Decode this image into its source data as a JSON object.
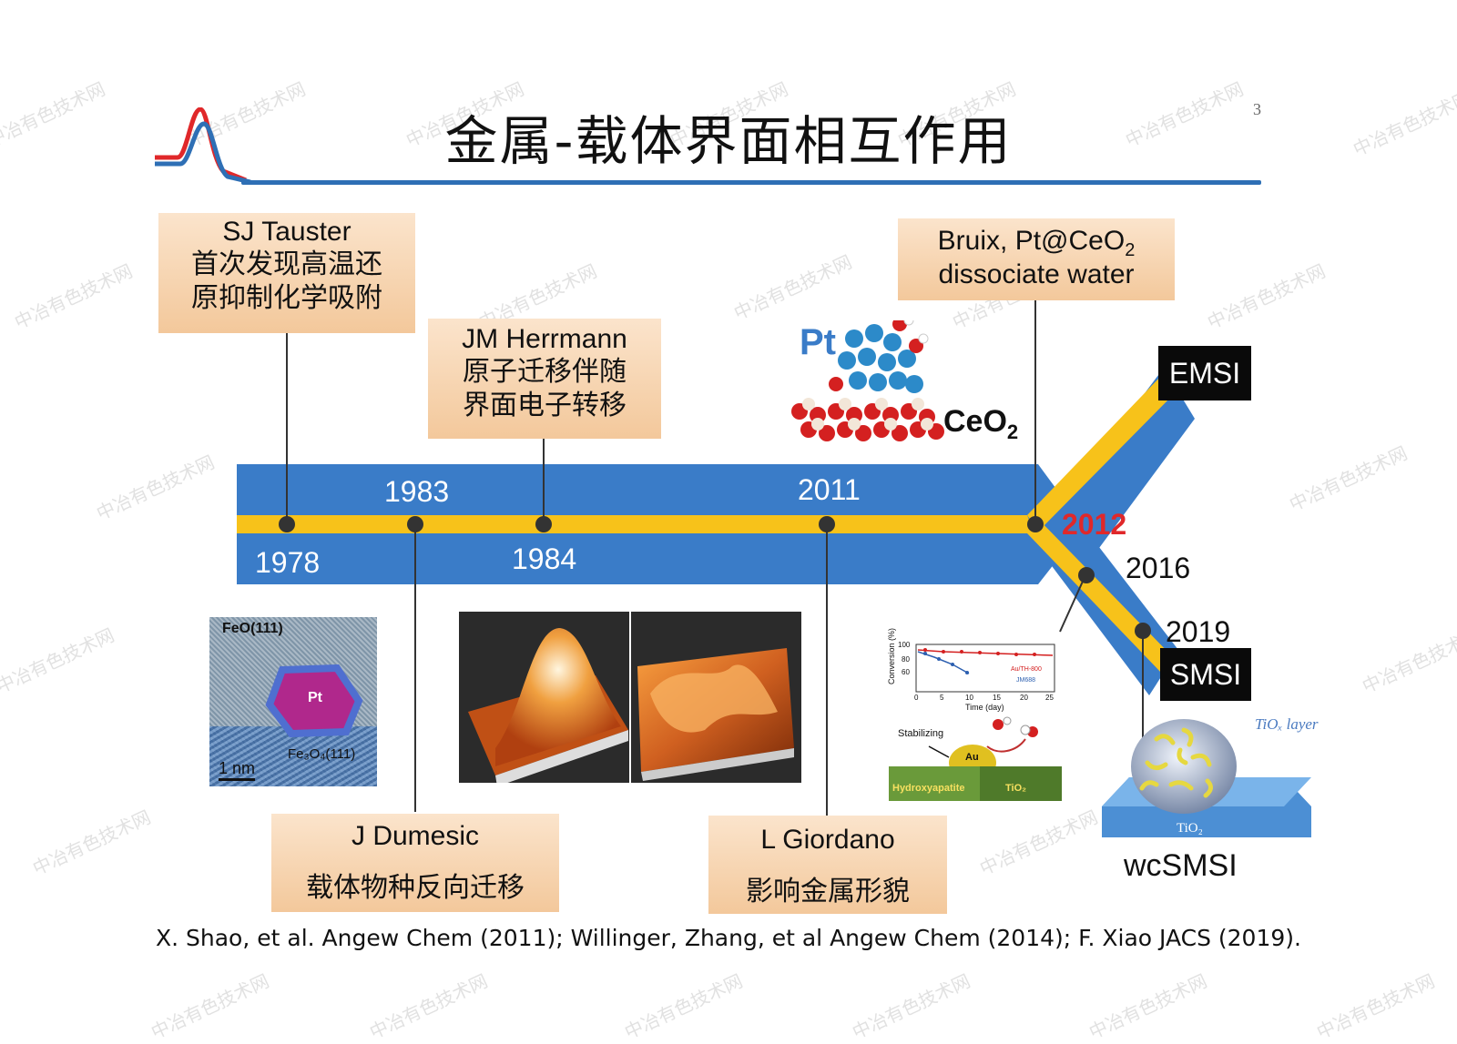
{
  "page": {
    "title": "金属-载体界面相互作用",
    "page_number": "3",
    "footer_citation": "X. Shao, et al. Angew Chem (2011); Willinger, Zhang, et al Angew Chem (2014); F. Xiao JACS (2019).",
    "watermark": "中冶有色技术网"
  },
  "colors": {
    "band_blue": "#3a7cc8",
    "band_yellow": "#f7c21a",
    "highlight_red": "#e0282a",
    "box_gradient": [
      "#fbe4cc",
      "#f3c89b"
    ]
  },
  "timeline": {
    "years": {
      "y1978": "1978",
      "y1983": "1983",
      "y1984": "1984",
      "y2011": "2011",
      "y2012": "2012",
      "y2016": "2016",
      "y2019": "2019"
    },
    "branch_tags": {
      "emsi": "EMSI",
      "smsi": "SMSI",
      "wcsmsi": "wcSMSI"
    }
  },
  "boxes": {
    "tauster": {
      "name": "SJ Tauster",
      "line1": "首次发现高温还",
      "line2": "原抑制化学吸附"
    },
    "herrmann": {
      "name": "JM Herrmann",
      "line1": "原子迁移伴随",
      "line2": "界面电子转移"
    },
    "bruix": {
      "name_prefix": "Bruix, Pt@CeO",
      "name_sub": "2",
      "line1": "dissociate water"
    },
    "dumesic": {
      "name": "J Dumesic",
      "line1": "载体物种反向迁移"
    },
    "giordano": {
      "name": "L Giordano",
      "line1": "影响金属形貌"
    }
  },
  "images": {
    "tem": {
      "label_top": "FeO(111)",
      "label_center": "Pt",
      "label_bottom": "Fe₃O₄(111)",
      "scale": "1 nm"
    },
    "pt_ceo2": {
      "pt_label": "Pt",
      "support_prefix": "CeO",
      "support_sub": "2"
    },
    "au_plot": {
      "y_axis": "Conversion (%)",
      "x_axis": "Time (day)",
      "x_ticks": [
        "0",
        "5",
        "10",
        "15",
        "20",
        "25"
      ],
      "y_ticks": [
        "100",
        "80",
        "60"
      ],
      "legend_a": "Au/TH-800",
      "legend_b": "JM688",
      "stabilizing": "Stabilizing",
      "au": "Au",
      "hydroxyapatite": "Hydroxyapatite",
      "tio2": "TiO₂"
    },
    "wcsmsi": {
      "layer_label": "TiOₓ layer",
      "base_label": "TiO₂"
    }
  }
}
